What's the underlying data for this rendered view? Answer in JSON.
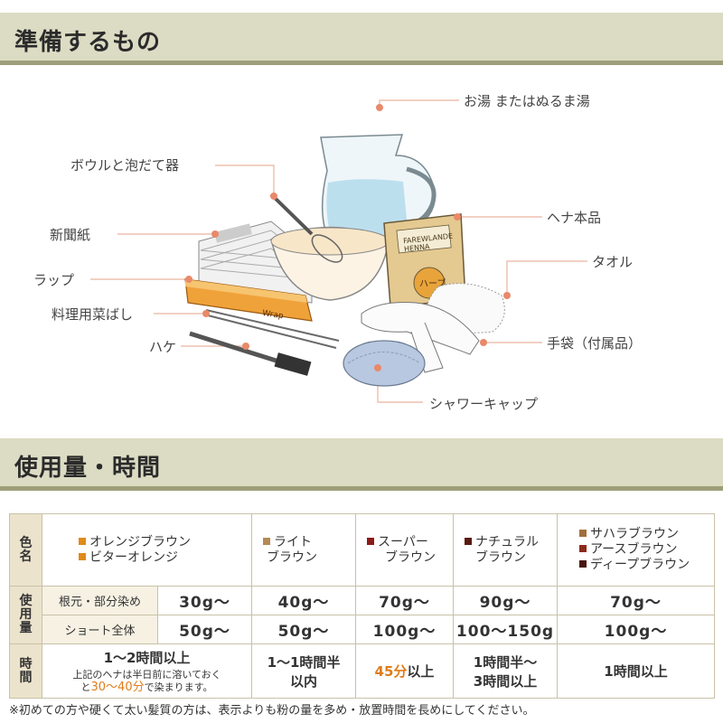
{
  "sections": {
    "prep_title": "準備するもの",
    "usage_title": "使用量・時間"
  },
  "colors": {
    "bar_bg": "#dcdcc4",
    "bar_border": "#9e9e7a",
    "callout_dot": "#e9896a",
    "callout_line": "#e9b59f",
    "table_header_bg": "#ece3cc",
    "orange": "#e07c1a",
    "brown": "#8b1a1a"
  },
  "callouts": {
    "hot_water": "お湯 またはぬるま湯",
    "bowl_whisk": "ボウルと泡だて器",
    "newspaper": "新聞紙",
    "henna": "ヘナ本品",
    "towel": "タオル",
    "wrap": "ラップ",
    "chopsticks": "料理用菜ばし",
    "gloves": "手袋（付属品）",
    "brush": "ハケ",
    "shower_cap": "シャワーキャップ"
  },
  "illustration": {
    "box_label_top": "FAREWLANDE",
    "box_label_mid": "ハーブ",
    "box_label_side": "HENNA",
    "wrap_label": "Wrap"
  },
  "table": {
    "row_color_label": [
      "色",
      "名"
    ],
    "row_amount_label": [
      "使",
      "用",
      "量"
    ],
    "row_time_label": [
      "時",
      "間"
    ],
    "color_groups": [
      {
        "items": [
          {
            "name": "オレンジブラウン",
            "color": "#e08a1a"
          },
          {
            "name": "ビターオレンジ",
            "color": "#e08a1a"
          }
        ]
      },
      {
        "items": [
          {
            "name": "ライト",
            "color": "#b48a56"
          }
        ],
        "cont": "ブラウン"
      },
      {
        "items": [
          {
            "name": "スーパー",
            "color": "#8b1a1a"
          }
        ],
        "cont": "ブラウン"
      },
      {
        "items": [
          {
            "name": "ナチュラル",
            "color": "#5a1a10"
          }
        ],
        "cont": "ブラウン"
      },
      {
        "items": [
          {
            "name": "サハラブラウン",
            "color": "#a0703a"
          },
          {
            "name": "アースブラウン",
            "color": "#8b2a1a"
          },
          {
            "name": "ディープブラウン",
            "color": "#4a1510"
          }
        ]
      }
    ],
    "amount_rows": [
      {
        "label": "根元・部分染め",
        "values": [
          "30g〜",
          "40g〜",
          "70g〜",
          "90g〜",
          "70g〜"
        ]
      },
      {
        "label": "ショート全体",
        "values": [
          "50g〜",
          "50g〜",
          "100g〜",
          "100〜150g",
          "100g〜"
        ]
      }
    ],
    "time": {
      "group1_main": "1〜2時間以上",
      "group1_note_a": "上記のヘナは半日前に溶いておく",
      "group1_note_b_pre": "と",
      "group1_note_b_orange": "30〜40分",
      "group1_note_b_post": "で染まります。",
      "group2_a": "1〜1時間半",
      "group2_b": "以内",
      "group3_orange": "45分",
      "group3_post": "以上",
      "group4_a": "1時間半〜",
      "group4_b": "3時間以上",
      "group5": "1時間以上"
    }
  },
  "footnote": "※初めての方や硬くて太い髪質の方は、表示よりも粉の量を多め・放置時間を長めにしてください。"
}
